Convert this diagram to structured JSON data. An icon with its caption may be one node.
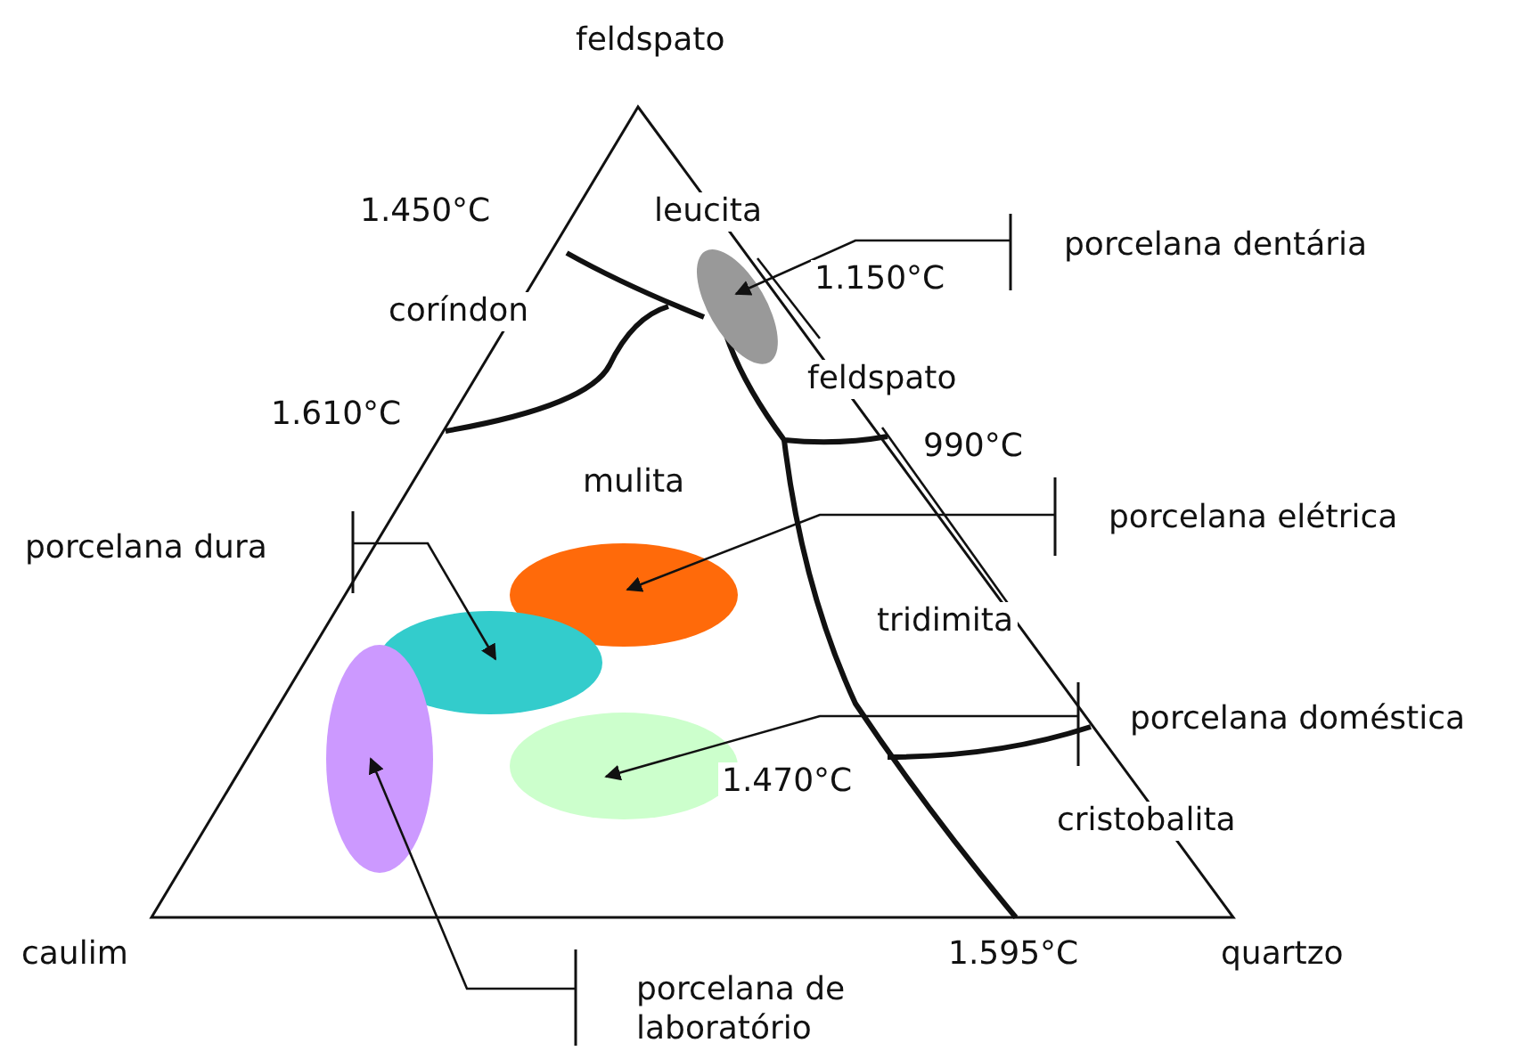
{
  "diagram": {
    "nodes": [
      {
        "text": [
          "porcelana dentária"
        ]
      },
      {
        "text": [],
        "shape": "ellipse"
      },
      {
        "text": [
          "porcelana elétrica"
        ]
      },
      {
        "text": [],
        "shape": "ellipse"
      },
      {
        "text": [
          "porcelana dura"
        ]
      },
      {
        "text": [],
        "shape": "ellipse"
      },
      {
        "text": [
          "porcelana doméstica"
        ]
      },
      {
        "text": [],
        "shape": "ellipse"
      },
      {
        "text": [
          "porcelana de laboratório"
        ]
      },
      {
        "text": [],
        "shape": "ellipse"
      }
    ],
    "edges": [
      {
        "from": 0,
        "to": 1,
        "arrow": "to"
      },
      {
        "from": 2,
        "to": 3,
        "arrow": "to"
      },
      {
        "from": 4,
        "to": 5,
        "arrow": "to"
      },
      {
        "from": 6,
        "to": 7,
        "arrow": "to"
      },
      {
        "from": 8,
        "to": 9,
        "arrow": "to"
      }
    ],
    "labels": [
      "feldspato",
      "1.450°C",
      "leucita",
      "1.150°C",
      "coríndon",
      "feldspato",
      "1.610°C",
      "990°C",
      "mulita",
      "tridimita",
      "1.470°C",
      "cristobalita",
      "caulim",
      "1.595°C",
      "quartzo"
    ]
  }
}
